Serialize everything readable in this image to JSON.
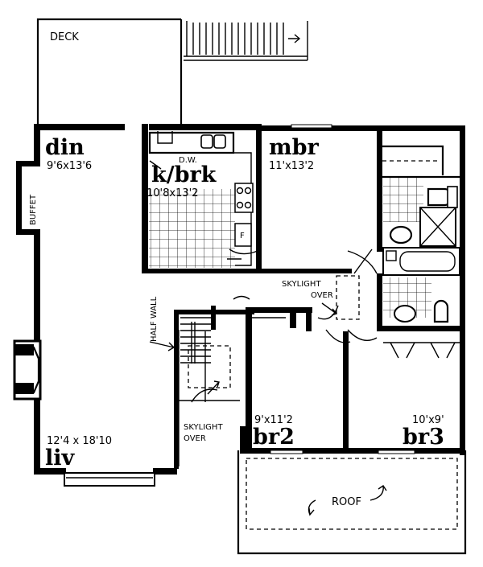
{
  "labels": {
    "deck": "DECK",
    "din_name": "din",
    "din_dim": "9'6x13'6",
    "buffet": "BUFFET",
    "dw": "D.W.",
    "kbrk_name": "k/brk",
    "kbrk_dim": "10'8x13'2",
    "f": "F",
    "mbr_name": "mbr",
    "mbr_dim": "11'x13'2",
    "skylight1": "SKYLIGHT",
    "over1": "OVER",
    "half_wall": "HALF WALL",
    "skylight2": "SKYLIGHT",
    "over2": "OVER",
    "br2_dim": "9'x11'2",
    "br2_name": "br2",
    "br3_dim": "10'x9'",
    "br3_name": "br3",
    "liv_dim": "12'4 x 18'10",
    "liv_name": "liv",
    "roof": "ROOF"
  }
}
